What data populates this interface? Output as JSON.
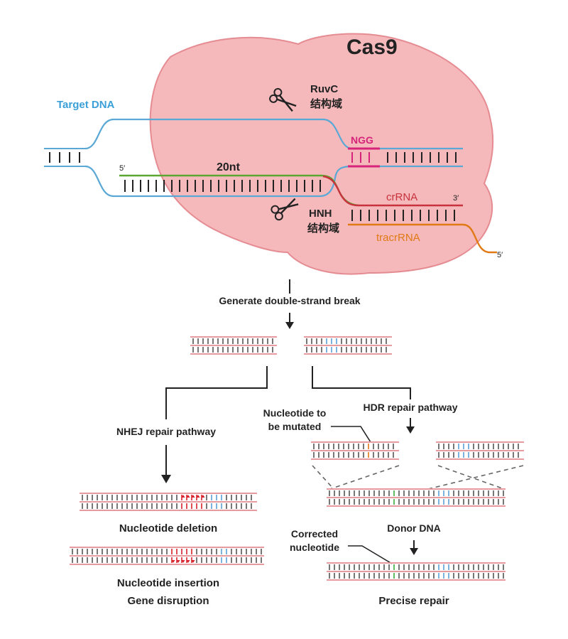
{
  "protein": {
    "name": "Cas9",
    "fill": "#f5b8bb",
    "outline": "#e58c92"
  },
  "labels": {
    "target_dna": "Target DNA",
    "ruvc_line1": "RuvC",
    "ruvc_line2": "结构域",
    "hnh_line1": "HNH",
    "hnh_line2": "结构域",
    "ngg": "NGG",
    "five_prime_left": "5′",
    "twenty_nt": "20nt",
    "crrna": "crRNA",
    "three_prime": "3′",
    "tracrrna": "tracrRNA",
    "five_prime_right": "5′"
  },
  "steps": {
    "double_strand_break": "Generate double-strand break",
    "nhej_pathway": "NHEJ repair pathway",
    "hdr_pathway": "HDR repair pathway",
    "nucleotide_to_be_mutated_line1": "Nucleotide to",
    "nucleotide_to_be_mutated_line2": "be mutated",
    "nucleotide_deletion": "Nucleotide deletion",
    "nucleotide_insertion": "Nucleotide insertion",
    "gene_disruption": "Gene disruption",
    "donor_dna": "Donor DNA",
    "corrected_nucleotide_line1": "Corrected",
    "corrected_nucleotide_line2": "nucleotide",
    "precise_repair": "Precise repair"
  },
  "colors": {
    "dna_blue": "#5aa8d6",
    "guide_green": "#5aa832",
    "pam_magenta": "#d6247a",
    "crrna_red": "#c8323c",
    "tracr_orange": "#e07a14",
    "label_blue": "#3b9fd8",
    "label_magenta": "#d6247a",
    "label_red": "#c8323c",
    "label_orange": "#e07a14",
    "strand_pink": "#e79aa0",
    "rung_gray": "#555555",
    "mark_blue": "#5a9fd6",
    "mark_red": "#d8202a",
    "mark_orange": "#e07a14",
    "mark_green": "#3aa83a"
  },
  "icons": [
    "scissors-icon",
    "arrow-down-icon"
  ]
}
